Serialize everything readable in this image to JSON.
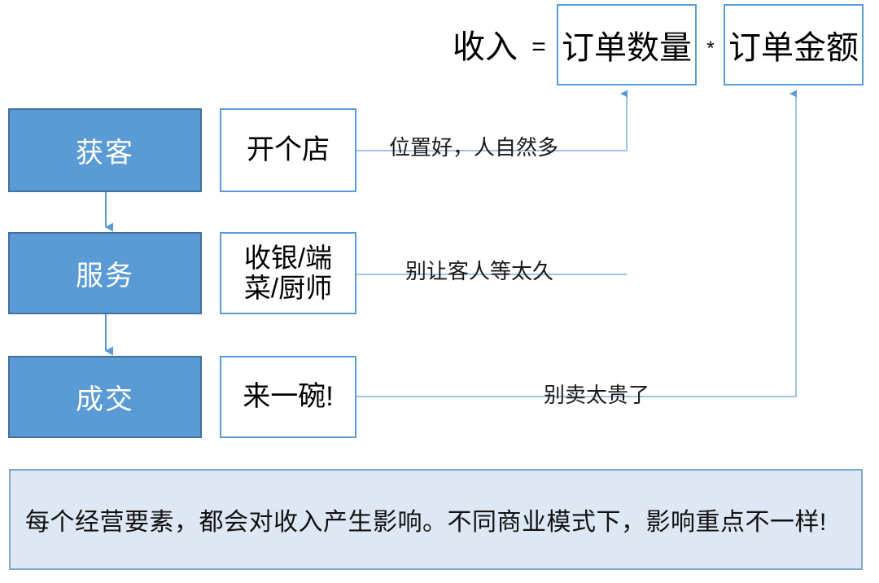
{
  "formula": {
    "lhs": "收入",
    "equals": "=",
    "times": "*",
    "terms": [
      {
        "label": "订单数量"
      },
      {
        "label": "订单金额"
      }
    ]
  },
  "stages": [
    {
      "label": "获客"
    },
    {
      "label": "服务"
    },
    {
      "label": "成交"
    }
  ],
  "actions": [
    {
      "label": "开个店"
    },
    {
      "line1": "收银/端",
      "line2": "菜/厨师"
    },
    {
      "label": "来一碗!"
    }
  ],
  "wire_labels": [
    {
      "text": "位置好，人自然多"
    },
    {
      "text": "别让客人等太久"
    },
    {
      "text": "别卖太贵了"
    }
  ],
  "summary": {
    "text": "每个经营要素，都会对收入产生影响。不同商业模式下，影响重点不一样!"
  },
  "colors": {
    "stage_fill": "#5B9BD5",
    "stage_border": "#41719C",
    "box_border": "#5B9BD5",
    "wire": "#9DC3E6",
    "arrow": "#5B9BD5",
    "banner_fill": "#DEE8F4",
    "banner_border": "#7FA7D0",
    "background": "#FFFFFF"
  }
}
